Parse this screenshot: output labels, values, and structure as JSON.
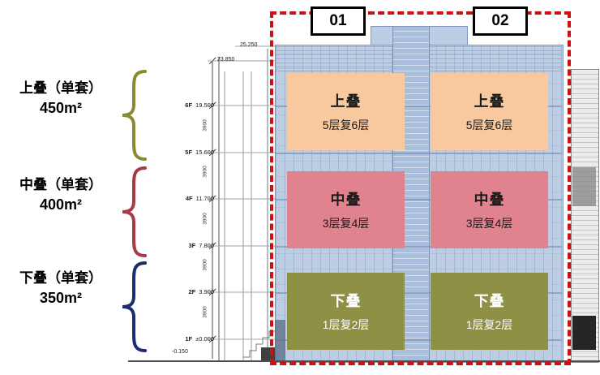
{
  "legend": {
    "groups": [
      {
        "label": "上叠（单套）",
        "area": "450m²"
      },
      {
        "label": "中叠（单套）",
        "area": "400m²"
      },
      {
        "label": "下叠（单套）",
        "area": "350m²"
      }
    ]
  },
  "unit_headers": [
    {
      "number": "01"
    },
    {
      "number": "02"
    }
  ],
  "stacks": [
    {
      "title": "上叠",
      "subtitle": "5层复6层"
    },
    {
      "title": "中叠",
      "subtitle": "3层复4层"
    },
    {
      "title": "下叠",
      "subtitle": "1层复2层"
    }
  ],
  "elevation": {
    "parapet_level": "25.250",
    "roof_level": "23.850",
    "floors": [
      {
        "floor": "6F",
        "level": "19.500"
      },
      {
        "floor": "5F",
        "level": "15.600"
      },
      {
        "floor": "4F",
        "level": "11.700"
      },
      {
        "floor": "3F",
        "level": "7.800"
      },
      {
        "floor": "2F",
        "level": "3.900"
      },
      {
        "floor": "1F",
        "level": "±0.000"
      }
    ],
    "ground_level": "-0.150",
    "floor_height": "3900"
  },
  "colors": {
    "upper_stack": "#f8c89e",
    "middle_stack": "#e0838e",
    "lower_stack": "#8e9046",
    "boundary_red": "#cf1010",
    "brace_upper": "#8a8a33",
    "brace_middle": "#a63a46",
    "brace_lower": "#1c2c6e",
    "building_blue": "#bccde4"
  }
}
